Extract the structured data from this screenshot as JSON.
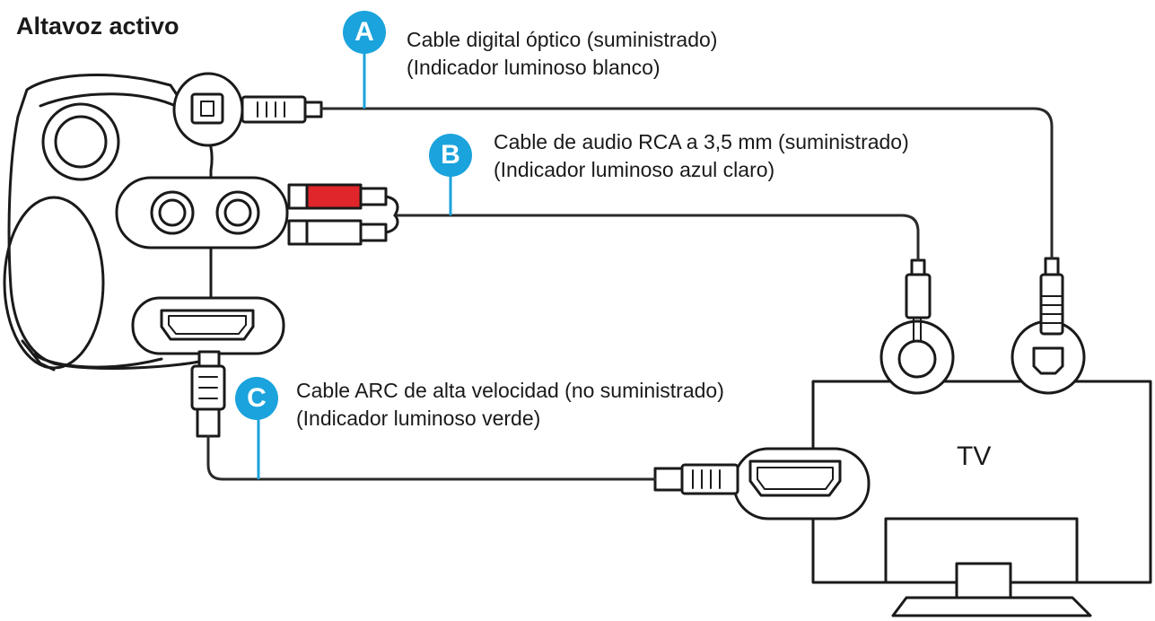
{
  "speaker": {
    "title": "Altavoz activo"
  },
  "cables": [
    {
      "letter": "A",
      "line1": "Cable digital óptico (suministrado)",
      "line2": "(Indicador luminoso blanco)"
    },
    {
      "letter": "B",
      "line1": "Cable de audio RCA a 3,5 mm (suministrado)",
      "line2": "(Indicador luminoso azul claro)"
    },
    {
      "letter": "C",
      "line1": "Cable ARC de alta velocidad (no suministrado)",
      "line2": "(Indicador luminoso verde)"
    }
  ],
  "tv": {
    "label": "TV"
  },
  "colors": {
    "badge": "#1aa3dc",
    "rca_red": "#e0262b",
    "outline": "#1a1a1a",
    "cable": "#2a2a2a"
  }
}
